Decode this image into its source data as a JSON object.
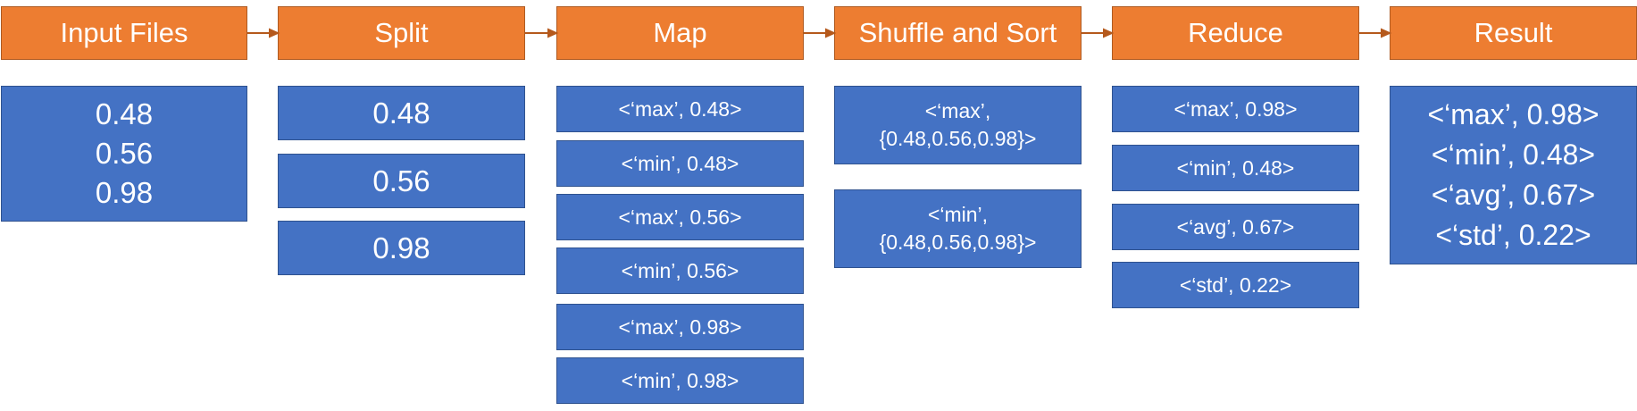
{
  "stages": [
    "Input Files",
    "Split",
    "Map",
    "Shuffle and Sort",
    "Reduce",
    "Result"
  ],
  "input_files": [
    "0.48",
    "0.56",
    "0.98"
  ],
  "split": [
    "0.48",
    "0.56",
    "0.98"
  ],
  "map": [
    "<‘max’, 0.48>",
    "<‘min’, 0.48>",
    "<‘max’, 0.56>",
    "<‘min’, 0.56>",
    "<‘max’, 0.98>",
    "<‘min’, 0.98>"
  ],
  "shuffle_sort": [
    {
      "key": "<‘max’,",
      "values": "{0.48,0.56,0.98}>"
    },
    {
      "key": "<‘min’,",
      "values": "{0.48,0.56,0.98}>"
    }
  ],
  "reduce": [
    "<‘max’, 0.98>",
    "<‘min’, 0.48>",
    "<‘avg’, 0.67>",
    "<‘std’, 0.22>"
  ],
  "result": [
    "<‘max’, 0.98>",
    "<‘min’, 0.48>",
    "<‘avg’, 0.67>",
    "<‘std’, 0.22>"
  ],
  "colors": {
    "header_fill": "#ED7D31",
    "box_fill": "#4472C4",
    "arrow": "#B5591C"
  }
}
